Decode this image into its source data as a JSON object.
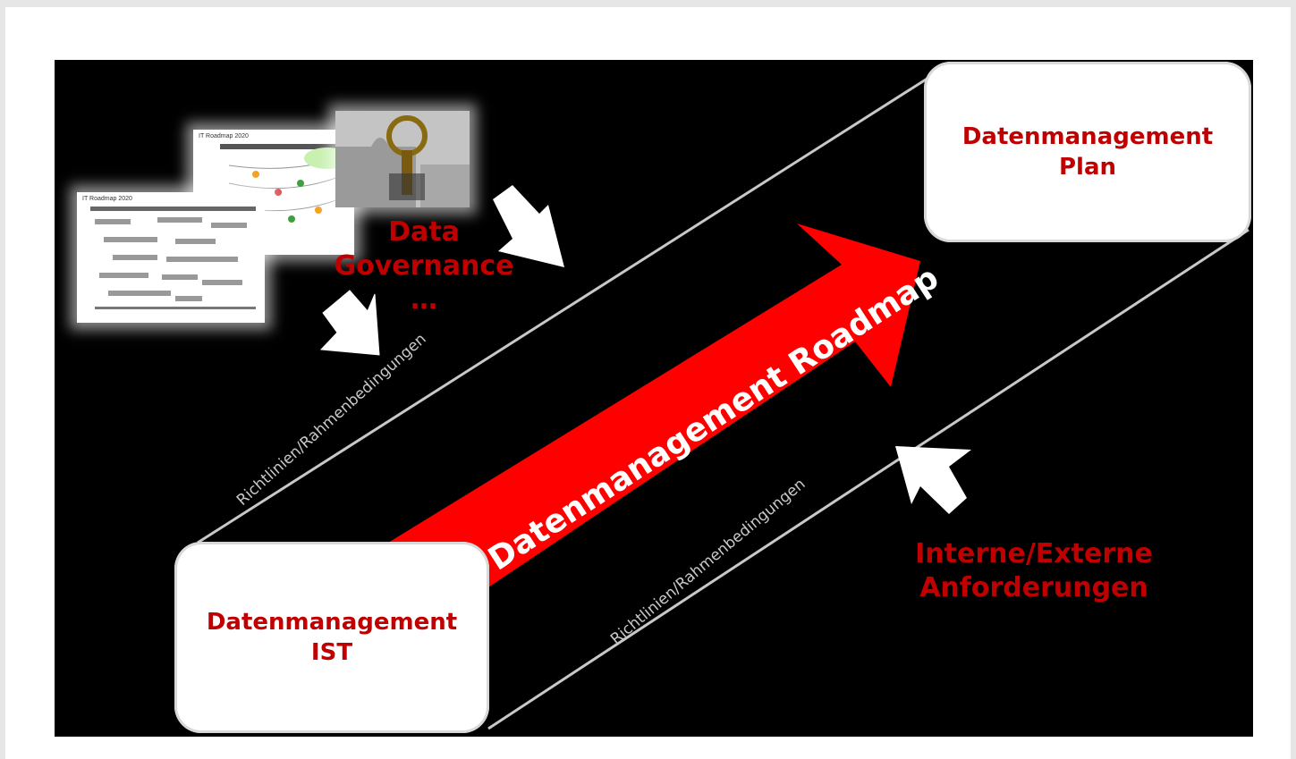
{
  "colors": {
    "accent_red": "#c00000",
    "arrow_red": "#ff0000",
    "background": "#000000",
    "guide_line": "#c8c8c8"
  },
  "boxes": {
    "plan": "Datenmanagement\nPlan",
    "ist": "Datenmanagement\nIST"
  },
  "roadmap_arrow_label": "Datenmanagement Roadmap",
  "data_governance_label": "Data\nGovernance\n…",
  "anforderungen_label": "Interne/Externe\nAnforderungen",
  "guide_labels": {
    "upper": "Richtlinien/Rahmenbedingungen",
    "lower": "Richtlinien/Rahmenbedingungen"
  },
  "thumbnails": {
    "roadmap_front_title": "IT Roadmap 2020",
    "roadmap_back_title": "IT Roadmap 2020",
    "puzzle_icon": "puzzle-key-icon"
  },
  "arrows": {
    "governance_arrow_1": "white-down-arrow-icon",
    "governance_arrow_2": "white-down-arrow-icon",
    "requirements_arrow": "white-up-arrow-icon"
  }
}
